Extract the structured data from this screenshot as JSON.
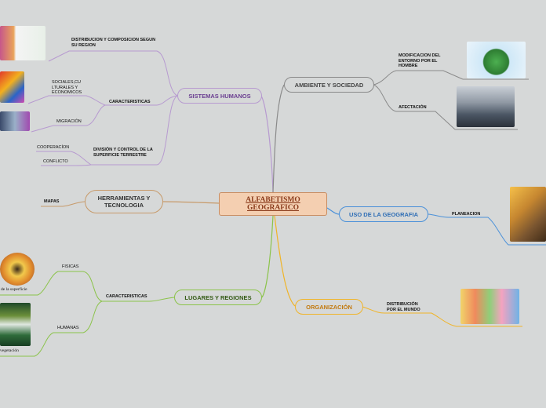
{
  "central": "ALFABETISMO GEOGRAFICO",
  "branches": {
    "sistemas": "SISTEMAS HUMANOS",
    "ambiente": "AMBIENTE Y SOCIEDAD",
    "herramientas": "HERRAMIENTAS Y TECNOLOGIA",
    "uso": "USO DE LA GEOGRAFIA",
    "lugares": "LUGARES Y REGIONES",
    "organizacion": "ORGANIZACIÓN"
  },
  "sub": {
    "distribucion_region": "DISTRIBUCION Y COMPOSICION SEGUN SU REGION",
    "caracteristicas_sh": "CARACTERISTICAS",
    "sociales": "SOCIALES,CU LTURALES Y ECONOMICOS",
    "migracion": "MIGRACIÓN",
    "division": "DIVISIÓN Y CONTROL DE LA SUPERFICIE TERRESTRE",
    "cooperacion": "COOPERACÍON",
    "conflicto": "CONFLICTO",
    "modificacion": "MODIFICACION DEL ENTORNO POR EL HOMBRE",
    "afectacion": "AFECTACIÓN",
    "mapas": "MAPAS",
    "planeacion": "PLANEACION",
    "caracteristicas_lr": "CARACTERISTICAS",
    "fisicas": "FISICAS",
    "humanas": "HUMANAS",
    "distribucion_mundo": "DISTRIBUCIÓN POR EL MUNDO"
  },
  "captions": {
    "superficie": "de la superficie",
    "vegetacion": "vegetación"
  },
  "colors": {
    "sistemas": "#b79ad0",
    "ambiente": "#8a8a8a",
    "herramientas": "#c79a6a",
    "uso": "#4a90d9",
    "lugares": "#8bc34a",
    "organizacion": "#f0b429",
    "central": "#f4cfb1"
  }
}
